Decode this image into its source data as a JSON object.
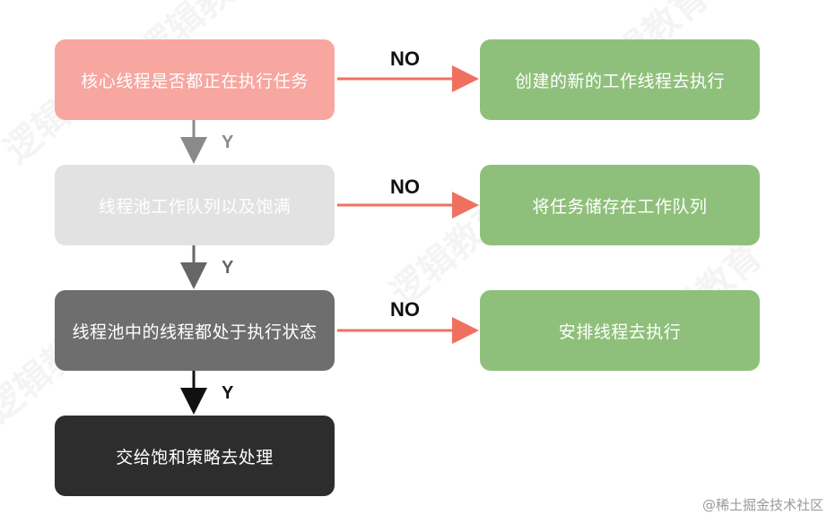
{
  "colors": {
    "box1": "#f7a6a0",
    "box2": "#e2e2e2",
    "box3": "#6e6e6e",
    "box4": "#2d2d2d",
    "action": "#8fc07b",
    "no_arrow": "#f07060",
    "y_arrow_1": "#8a8a8a",
    "y_arrow_2": "#666666",
    "y_arrow_3": "#111111"
  },
  "flow": {
    "step1": "核心线程是否都正在执行任务",
    "step2": "线程池工作队列以及饱满",
    "step3": "线程池中的线程都处于执行状态",
    "step4": "交给饱和策略去处理",
    "action1": "创建的新的工作线程去执行",
    "action2": "将任务储存在工作队列",
    "action3": "安排线程去执行",
    "no_label": "NO",
    "y_label": "Y"
  },
  "watermark": "逻辑教育",
  "credit": "@稀土掘金技术社区"
}
